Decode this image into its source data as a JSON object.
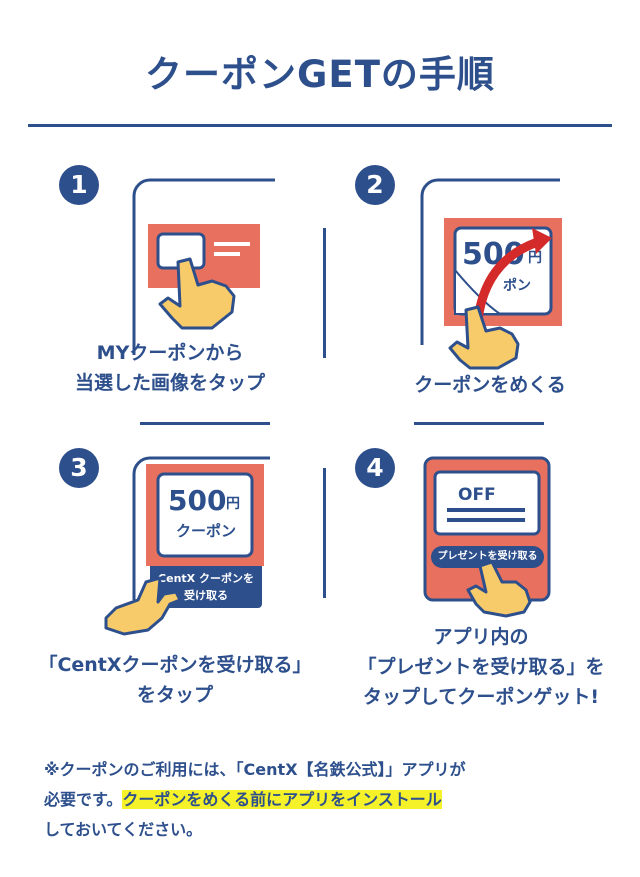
{
  "title": "クーポンGETの手順",
  "steps": [
    {
      "number": "1",
      "caption_line1": "MYクーポンから",
      "caption_line2": "当選した画像をタップ"
    },
    {
      "number": "2",
      "caption_line1": "クーポンをめくる",
      "coupon_amount": "500",
      "coupon_unit": "円",
      "coupon_label": "ポン"
    },
    {
      "number": "3",
      "caption_line1": "「CentXクーポンを受け取る」",
      "caption_line2": "をタップ",
      "coupon_amount": "500",
      "coupon_unit": "円",
      "coupon_label": "クーポン",
      "button_line1": "CentX クーポンを",
      "button_line2": "受け取る"
    },
    {
      "number": "4",
      "caption_line1": "アプリ内の",
      "caption_line2": "「プレゼントを受け取る」を",
      "caption_line3": "タップしてクーポンゲット!",
      "ticket_text": "OFF",
      "button_label": "プレゼントを受け取る"
    }
  ],
  "note": {
    "part1": "※クーポンのご利用には、「CentX【名鉄公式】」アプリが",
    "part2": "必要です。",
    "highlight": "クーポンをめくる前にアプリをインストール",
    "part3": "しておいてください。"
  },
  "colors": {
    "navy": "#2d4f8c",
    "coral": "#e8705f",
    "highlight": "#f6f22a",
    "hand": "#f8cb6a",
    "arrow": "#d42a2a"
  }
}
